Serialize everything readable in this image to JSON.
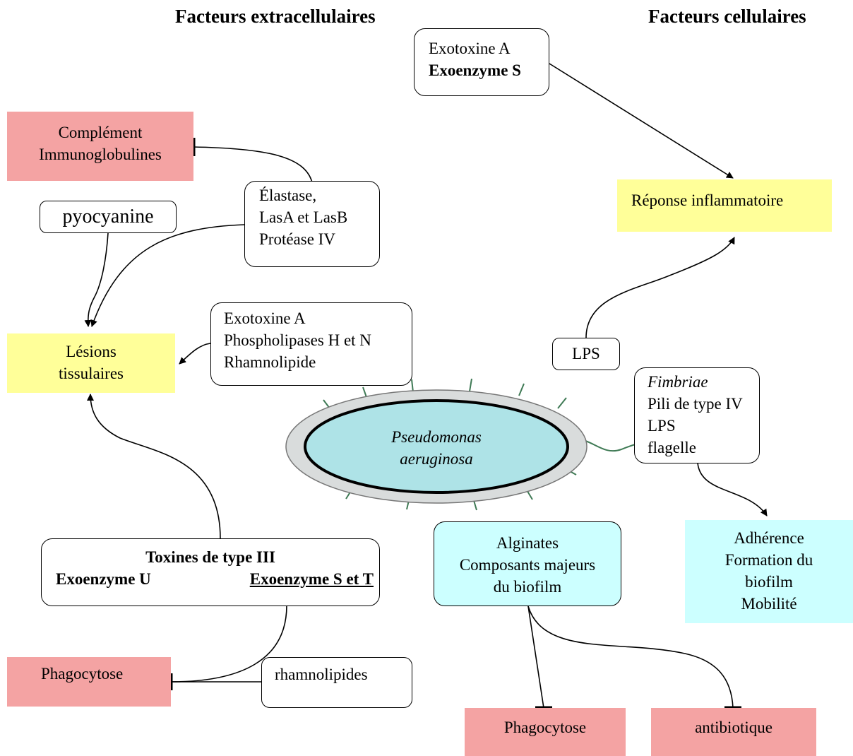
{
  "headers": {
    "extracellular": "Facteurs extracellulaires",
    "cellular": "Facteurs cellulaires"
  },
  "nodes": {
    "exotoxin_top": {
      "line1": "Exotoxine A",
      "line2": "Exoenzyme S"
    },
    "complement": {
      "line1": "Complément",
      "line2": "Immunoglobulines"
    },
    "elastase": {
      "line1": "Élastase,",
      "line2": "LasA et LasB",
      "line3": "Protéase IV"
    },
    "pyocyanine": "pyocyanine",
    "inflammation": "Réponse inflammatoire",
    "lesions": {
      "line1": "Lésions",
      "line2": "tissulaires"
    },
    "exotoxin_mid": {
      "line1": "Exotoxine A",
      "line2": "Phospholipases H et N",
      "line3": "Rhamnolipide"
    },
    "lps": "LPS",
    "bacterium": {
      "line1": "Pseudomonas",
      "line2": "aeruginosa"
    },
    "fimbriae": {
      "line1": "Fimbriae",
      "line2": "Pili de type IV",
      "line3": "LPS",
      "line4": "flagelle"
    },
    "adherence": {
      "line1": "Adhérence",
      "line2": "Formation du",
      "line3": "biofilm",
      "line4": "Mobilité"
    },
    "toxins_iii": {
      "title": "Toxines de type III",
      "left": "Exoenzyme U",
      "right": "Exoenzyme S et T"
    },
    "alginates": {
      "line1": "Alginates",
      "line2": "Composants majeurs",
      "line3": "du biofilm"
    },
    "phagocytose_left": "Phagocytose",
    "rhamnolipides": "rhamnolipides",
    "phagocytose_bottom": "Phagocytose",
    "antibiotique": "antibiotique"
  },
  "colors": {
    "inhibited_target": "#f4a3a3",
    "effect": "#ffff99",
    "biofilm": "#ccffff",
    "bacterium_body": "#aee3e7",
    "cell_wall": "#d9dcdc"
  }
}
